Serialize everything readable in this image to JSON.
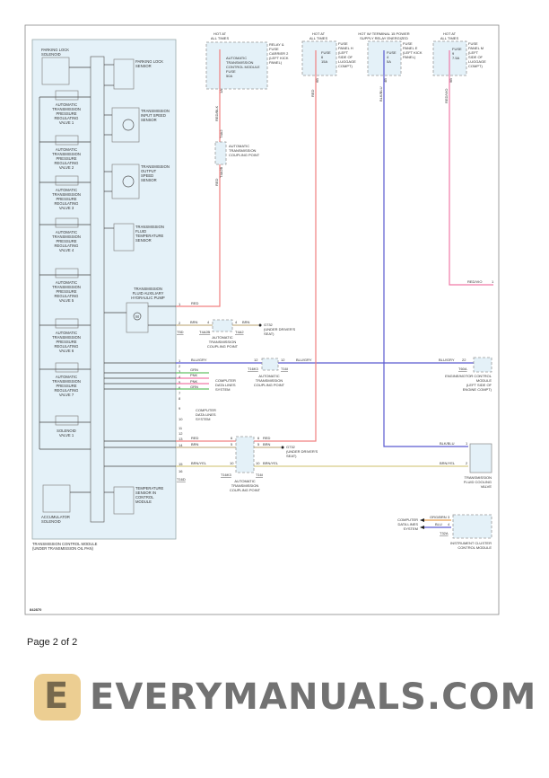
{
  "diagram_id": "842870",
  "footer": "Page 2 of 2",
  "watermark": "EVERYMANUALS.COM",
  "logo_letter": "E",
  "colors": {
    "red": "#f08080",
    "brown": "#c8b48a",
    "blue": "#5a5ad0",
    "green": "#66c066",
    "pink": "#f07aa8",
    "brnyel": "#d8cc88",
    "orange": "#e8a050",
    "box": "#e4f1f8"
  },
  "tcm": {
    "label": [
      "TRANSMISSION CONTROL MODULE",
      "(UNDER TRANSMISSION OIL PAN)"
    ],
    "left": [
      [
        "PARKING LOCK",
        "SOLENOID"
      ],
      [
        "AUTOMATIC",
        "TRANSMISSION",
        "PRESSURE",
        "REGULATING",
        "VALVE 1"
      ],
      [
        "AUTOMATIC",
        "TRANSMISSION",
        "PRESSURE",
        "REGULATING",
        "VALVE 2"
      ],
      [
        "AUTOMATIC",
        "TRANSMISSION",
        "PRESSURE",
        "REGULATING",
        "VALVE 3"
      ],
      [
        "AUTOMATIC",
        "TRANSMISSION",
        "PRESSURE",
        "REGULATING",
        "VALVE 4"
      ],
      [
        "AUTOMATIC",
        "TRANSMISSION",
        "PRESSURE",
        "REGULATING",
        "VALVE 5"
      ],
      [
        "AUTOMATIC",
        "TRANSMISSION",
        "PRESSURE",
        "REGULATING",
        "VALVE 6"
      ],
      [
        "AUTOMATIC",
        "TRANSMISSION",
        "PRESSURE",
        "REGULATING",
        "VALVE 7"
      ],
      [
        "SOLENOID",
        "VALVE 1"
      ],
      [
        "ACCUMULATOR",
        "SOLENOID"
      ]
    ],
    "right": [
      [
        "PARKING LOCK",
        "SENSOR"
      ],
      [
        "TRANSMISSION",
        "INPUT SPEED",
        "SENSOR"
      ],
      [
        "TRANSMISSION",
        "OUTPUT",
        "SPEED",
        "SENSOR"
      ],
      [
        "TRANSMISSION",
        "FLUID",
        "TEMPERATURE",
        "SENSOR"
      ],
      [
        "TRANSMISSION",
        "FLUID AUXILIARY",
        "HYDRAULIC PUMP"
      ],
      [
        "TEMPERATURE",
        "SENSOR IN",
        "CONTROL",
        "MODULE"
      ]
    ],
    "pump_symbol": "M",
    "pins": [
      "1",
      "2",
      "1",
      "2",
      "3",
      "4",
      "5",
      "6",
      "7",
      "8",
      "9",
      "10",
      "11",
      "12",
      "13",
      "14",
      "15",
      "16"
    ],
    "connectors": [
      "T5D",
      "T16D"
    ]
  },
  "fuses": [
    {
      "hot": [
        "HOT AT",
        "ALL TIMES"
      ],
      "inner": [
        "AUTOMATIC",
        "TRANSMISSION",
        "CONTROL MODULE",
        "FUSE",
        "50A"
      ],
      "side": [
        "RELAY &",
        "FUSE",
        "CARRIER 2",
        "(LEFT KICK",
        "PANEL)"
      ],
      "pin": "1A",
      "wire": "RED/BLK"
    },
    {
      "hot": [
        "HOT AT",
        "ALL TIMES"
      ],
      "inner": [
        "FUSE",
        "6",
        "15A"
      ],
      "side": [
        "FUSE",
        "PANEL H",
        "(LEFT",
        "SIDE OF",
        "LUGGAGE",
        "COMPT)"
      ],
      "pin": "6B",
      "wire": "RED"
    },
    {
      "hot": [
        "HOT W/ TERMINAL 15 POWER",
        "SUPPLY RELAY ENERGIZED"
      ],
      "inner": [
        "FUSE",
        "4",
        "5A"
      ],
      "side": [
        "FUSE",
        "PANEL E",
        "(LEFT KICK",
        "PANEL)"
      ],
      "pin": "4B",
      "wire": "BLK/BLU"
    },
    {
      "hot": [
        "HOT AT",
        "ALL TIMES"
      ],
      "inner": [
        "FUSE",
        "9",
        "7.5A"
      ],
      "side": [
        "FUSE",
        "PANEL M",
        "(LEFT",
        "SIDE OF",
        "LUGGAGE",
        "COMPT)"
      ],
      "pin": "9B",
      "wire": "RED/VIO"
    }
  ],
  "coupling_top": {
    "label": [
      "AUTOMATIC",
      "TRANSMISSION",
      "COUPLING POINT"
    ],
    "pin": "1",
    "conn_top": "T4A2",
    "conn_bottom": "T4A2B",
    "wire_below": "RED"
  },
  "wires": {
    "w1": {
      "pin": "1",
      "color": "RED"
    },
    "w2": {
      "pin": "2",
      "color": "BRN",
      "cp_in": "4",
      "cp_out": "4",
      "conn_in": "T4A2B",
      "conn_out": "T4A2",
      "color2": "BRN",
      "ground": [
        "G732",
        "(UNDER DRIVER'S",
        "SEAT)"
      ],
      "cp_label": [
        "AUTOMATIC",
        "TRANSMISSION",
        "COUPLING POINT"
      ]
    },
    "w7": {
      "color": "BLU/GRY",
      "cp_in": "12",
      "cp_out": "12",
      "conn_in": "T16K3",
      "conn_out": "T16I",
      "color2": "BLU/GRY",
      "end_pin": "22",
      "end_conn": "T60A",
      "end_label": [
        "ENGINE/MOTOR CONTROL",
        "MODULE",
        "(LEFT SIDE OF",
        "ENGINE COMPT)"
      ],
      "cp_label": [
        "AUTOMATIC",
        "TRANSMISSION",
        "COUPLING POINT"
      ]
    },
    "data": {
      "colors": [
        "GRN",
        "PNK",
        "PNK",
        "GRN"
      ],
      "label": [
        "COMPUTER",
        "DATA LINES",
        "SYSTEM"
      ],
      "label2": [
        "COMPUTER",
        "DATA LINES",
        "SYSTEM"
      ]
    },
    "w13": {
      "color": "RED",
      "cp_in": "6",
      "cp_out": "6",
      "color2": "RED"
    },
    "w14": {
      "color": "BRN",
      "cp_in": "5",
      "cp_out": "5",
      "color2": "BRN",
      "ground": [
        "G732",
        "(UNDER DRIVER'S",
        "SEAT)"
      ]
    },
    "w15": {
      "color": "BRN/YEL",
      "cp_in": "10",
      "cp_out": "10",
      "conn_in": "T16K3",
      "conn_out": "T16I",
      "color2": "BRN/YEL",
      "cp_label": [
        "AUTOMATIC",
        "TRANSMISSION",
        "COUPLING POINT"
      ]
    },
    "redvio": {
      "pin": "1",
      "color": "RED/VIO"
    }
  },
  "cooling_valve": {
    "label": [
      "TRANSMISSION",
      "FLUID COOLING",
      "VALVE"
    ],
    "pins": [
      "1",
      "2"
    ],
    "wires": [
      "BLK/BLU",
      "BRN/YEL"
    ]
  },
  "cluster": {
    "label": [
      "INSTRUMENT CLUSTER",
      "CONTROL MODULE"
    ],
    "data_label": [
      "COMPUTER",
      "DATA LINES",
      "SYSTEM"
    ],
    "pins": [
      "3",
      "4"
    ],
    "wires": [
      "ORG/BRN",
      "BLU"
    ],
    "conn": "T32A"
  }
}
